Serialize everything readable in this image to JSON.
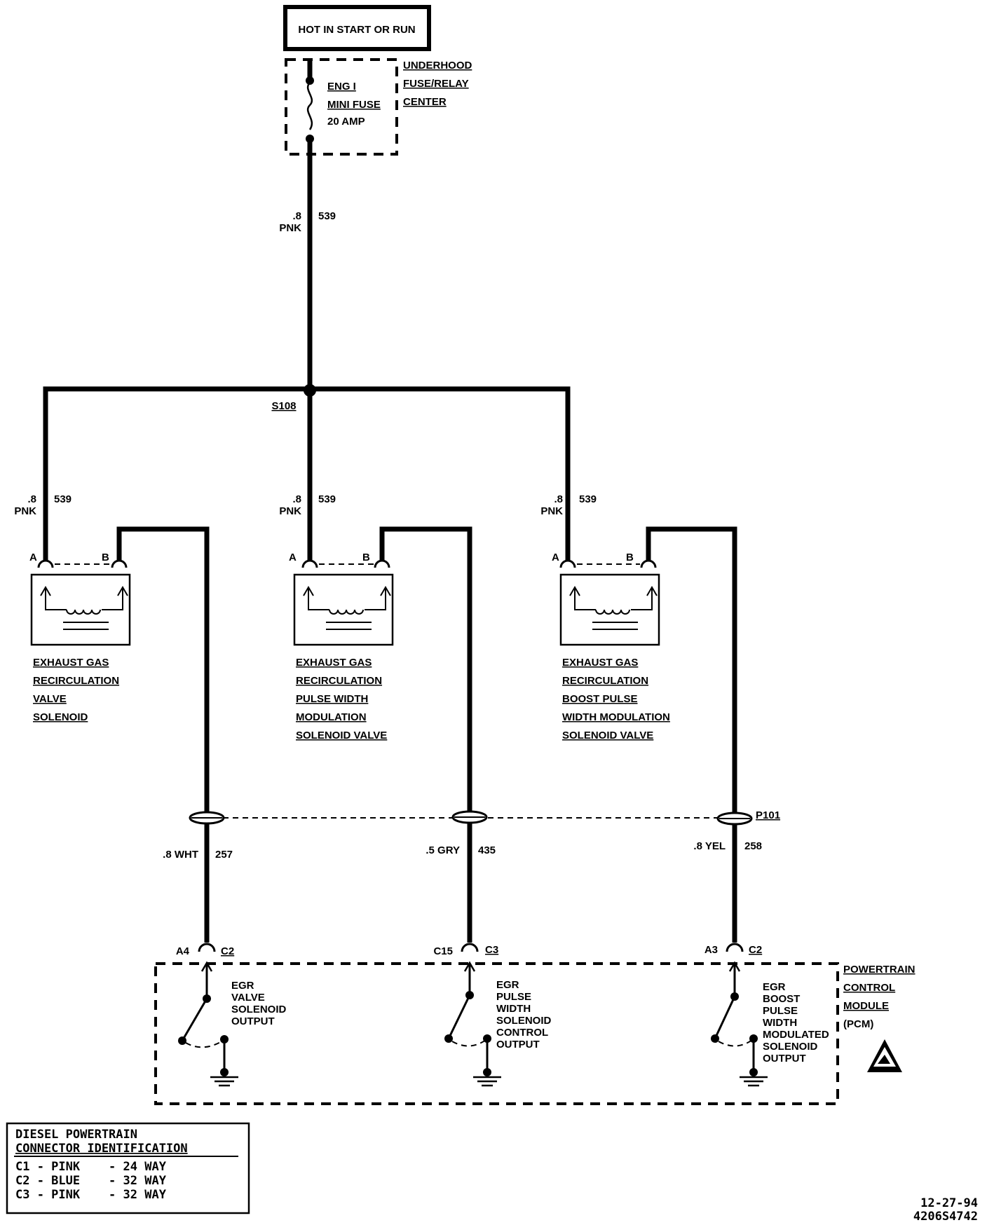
{
  "power_source": "HOT IN START OR RUN",
  "fuse": {
    "name": "ENG I",
    "type": "MINI FUSE",
    "rating": "20 AMP",
    "location_lines": [
      "UNDERHOOD",
      "FUSE/RELAY",
      "CENTER"
    ]
  },
  "feed_wire": {
    "gauge": ".8",
    "color": "PNK",
    "circuit": "539"
  },
  "splice": "S108",
  "solenoids": [
    {
      "wire_gauge": ".8",
      "wire_color": "PNK",
      "wire_circuit": "539",
      "pin_a": "A",
      "pin_b": "B",
      "label_lines": [
        "EXHAUST GAS",
        "RECIRCULATION",
        "VALVE",
        "SOLENOID"
      ],
      "out_wire": ".8 WHT",
      "out_circuit": "257",
      "pcm_pin": "A4",
      "pcm_conn": "C2",
      "pcm_label_lines": [
        "EGR",
        "VALVE",
        "SOLENOID",
        "OUTPUT"
      ]
    },
    {
      "wire_gauge": ".8",
      "wire_color": "PNK",
      "wire_circuit": "539",
      "pin_a": "A",
      "pin_b": "B",
      "label_lines": [
        "EXHAUST GAS",
        "RECIRCULATION",
        "PULSE WIDTH",
        "MODULATION",
        "SOLENOID VALVE"
      ],
      "out_wire": ".5 GRY",
      "out_circuit": "435",
      "pcm_pin": "C15",
      "pcm_conn": "C3",
      "pcm_label_lines": [
        "EGR",
        "PULSE",
        "WIDTH",
        "SOLENOID",
        "CONTROL",
        "OUTPUT"
      ]
    },
    {
      "wire_gauge": ".8",
      "wire_color": "PNK",
      "wire_circuit": "539",
      "pin_a": "A",
      "pin_b": "B",
      "label_lines": [
        "EXHAUST GAS",
        "RECIRCULATION",
        "BOOST PULSE",
        "WIDTH MODULATION",
        "SOLENOID VALVE"
      ],
      "out_wire": ".8 YEL",
      "out_circuit": "258",
      "pcm_pin": "A3",
      "pcm_conn": "C2",
      "pcm_label_lines": [
        "EGR",
        "BOOST",
        "PULSE",
        "WIDTH",
        "MODULATED",
        "SOLENOID",
        "OUTPUT"
      ]
    }
  ],
  "connector": "P101",
  "pcm_lines": [
    "POWERTRAIN",
    "CONTROL",
    "MODULE",
    "(PCM)"
  ],
  "legend": {
    "title_lines": [
      "DIESEL POWERTRAIN",
      "CONNECTOR IDENTIFICATION"
    ],
    "rows": [
      "C1 - PINK    - 24 WAY",
      "C2 - BLUE    - 32 WAY",
      "C3 - PINK    - 32 WAY"
    ]
  },
  "footer": {
    "date": "12-27-94",
    "code": "4206S4742"
  }
}
